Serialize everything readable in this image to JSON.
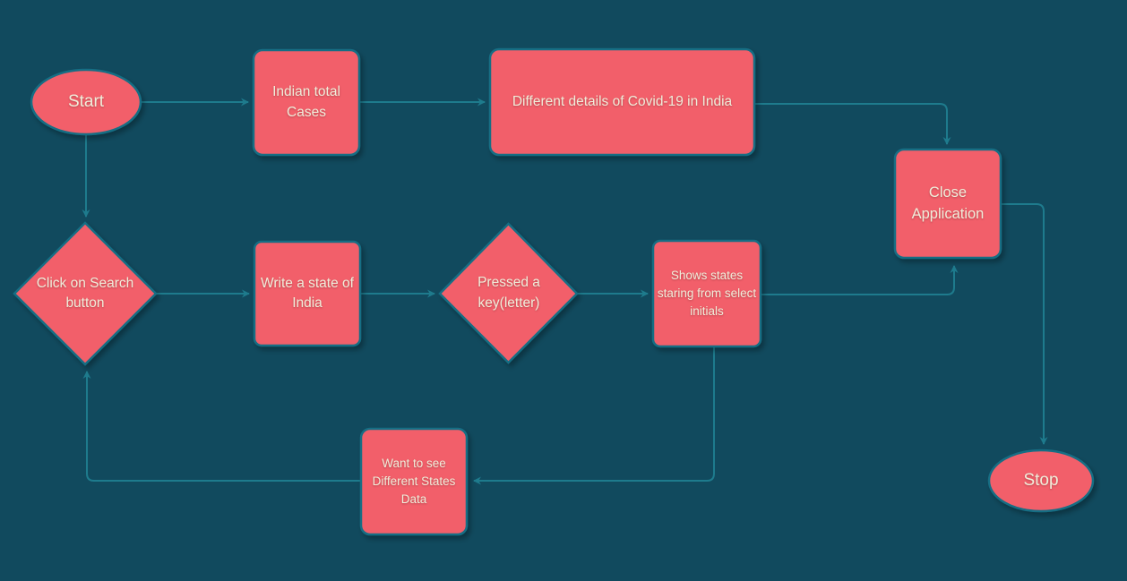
{
  "theme": {
    "bg": "#114a5e",
    "fill": "#f25f6a",
    "border": "#156e84",
    "line": "#1e7b8d",
    "text": "#f0edda"
  },
  "diagram": {
    "type": "flowchart",
    "nodes": {
      "start": {
        "label": "Start",
        "shape": "ellipse"
      },
      "indian_total": {
        "label": "Indian total Cases",
        "shape": "rect"
      },
      "covid_details": {
        "label": "Different details of Covid-19 in India",
        "shape": "rect"
      },
      "close_application": {
        "label": "Close Application",
        "shape": "rect"
      },
      "click_search": {
        "label": "Click on Search button",
        "shape": "diamond"
      },
      "write_state": {
        "label": "Write a state of India",
        "shape": "rect"
      },
      "pressed_key": {
        "label": "Pressed a key(letter)",
        "shape": "diamond"
      },
      "shows_states": {
        "label": "Shows states staring from select initials",
        "shape": "rect"
      },
      "want_see": {
        "label": "Want to see Different States Data",
        "shape": "rect"
      },
      "stop": {
        "label": "Stop",
        "shape": "ellipse"
      }
    },
    "edges": [
      {
        "from": "start",
        "to": "indian_total"
      },
      {
        "from": "start",
        "to": "click_search"
      },
      {
        "from": "indian_total",
        "to": "covid_details"
      },
      {
        "from": "covid_details",
        "to": "close_application"
      },
      {
        "from": "click_search",
        "to": "write_state"
      },
      {
        "from": "write_state",
        "to": "pressed_key"
      },
      {
        "from": "pressed_key",
        "to": "shows_states"
      },
      {
        "from": "shows_states",
        "to": "close_application"
      },
      {
        "from": "shows_states",
        "to": "want_see"
      },
      {
        "from": "want_see",
        "to": "click_search"
      },
      {
        "from": "close_application",
        "to": "stop"
      }
    ]
  }
}
